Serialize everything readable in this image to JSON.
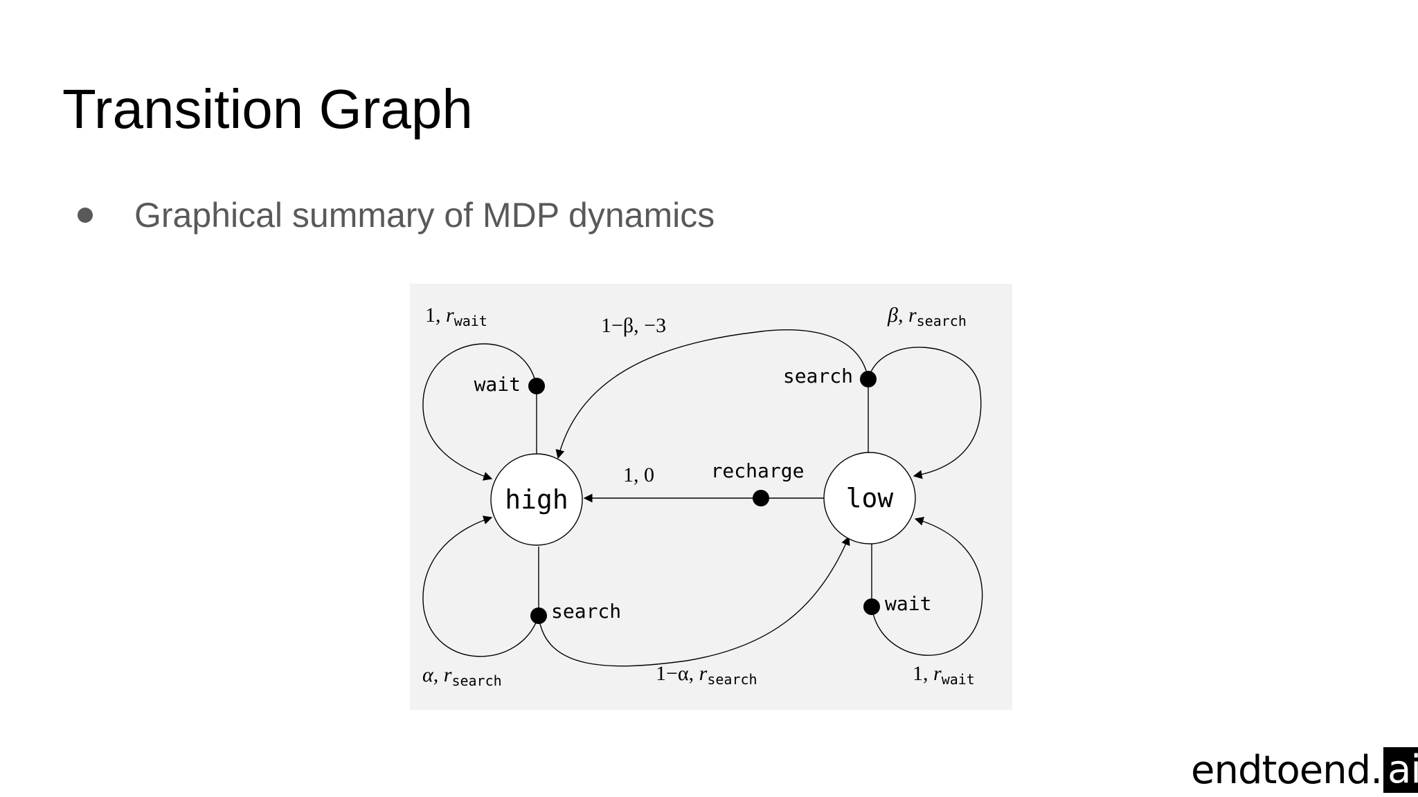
{
  "slide": {
    "title": "Transition Graph",
    "bullets": [
      "Graphical summary of MDP dynamics"
    ]
  },
  "diagram": {
    "states": {
      "high": "high",
      "low": "low"
    },
    "actions": {
      "high_wait": "wait",
      "high_search": "search",
      "low_search": "search",
      "low_recharge": "recharge",
      "low_wait": "wait"
    },
    "edges": {
      "high_wait_loop": {
        "prob": "1,",
        "r": "r",
        "sub": "wait"
      },
      "low_search_to_high": {
        "text": "1−β, −3"
      },
      "low_search_loop": {
        "prob": "β,",
        "r": "r",
        "sub": "search"
      },
      "recharge_to_high": {
        "text": "1,  0"
      },
      "high_search_loop": {
        "prob": "α,",
        "r": "r",
        "sub": "search"
      },
      "high_search_to_low": {
        "prob": "1−α,",
        "r": "r",
        "sub": "search"
      },
      "low_wait_loop": {
        "prob": "1,",
        "r": "r",
        "sub": "wait"
      }
    }
  },
  "logo": {
    "text_main": "endtoend.",
    "text_box": "ai"
  },
  "colors": {
    "diagram_background": "#f2f2f2",
    "bullet_text": "#595959",
    "title": "#000000"
  }
}
